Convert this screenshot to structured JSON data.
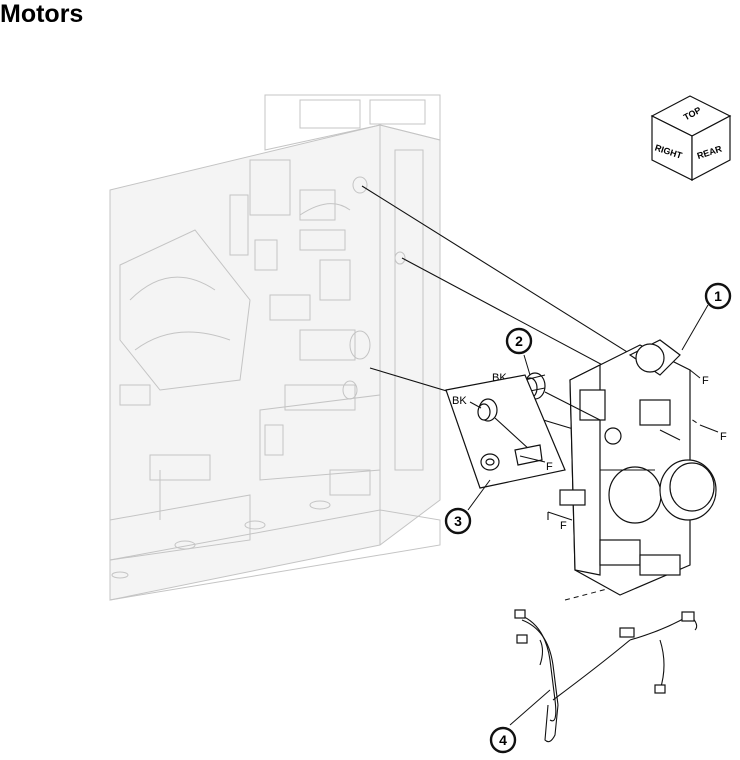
{
  "title": "Motors",
  "orientation_cube": {
    "top": "TOP",
    "right": "RIGHT",
    "rear": "REAR"
  },
  "callouts": [
    "1",
    "2",
    "3",
    "4"
  ],
  "labels": {
    "bk": "BK",
    "f": "F"
  }
}
